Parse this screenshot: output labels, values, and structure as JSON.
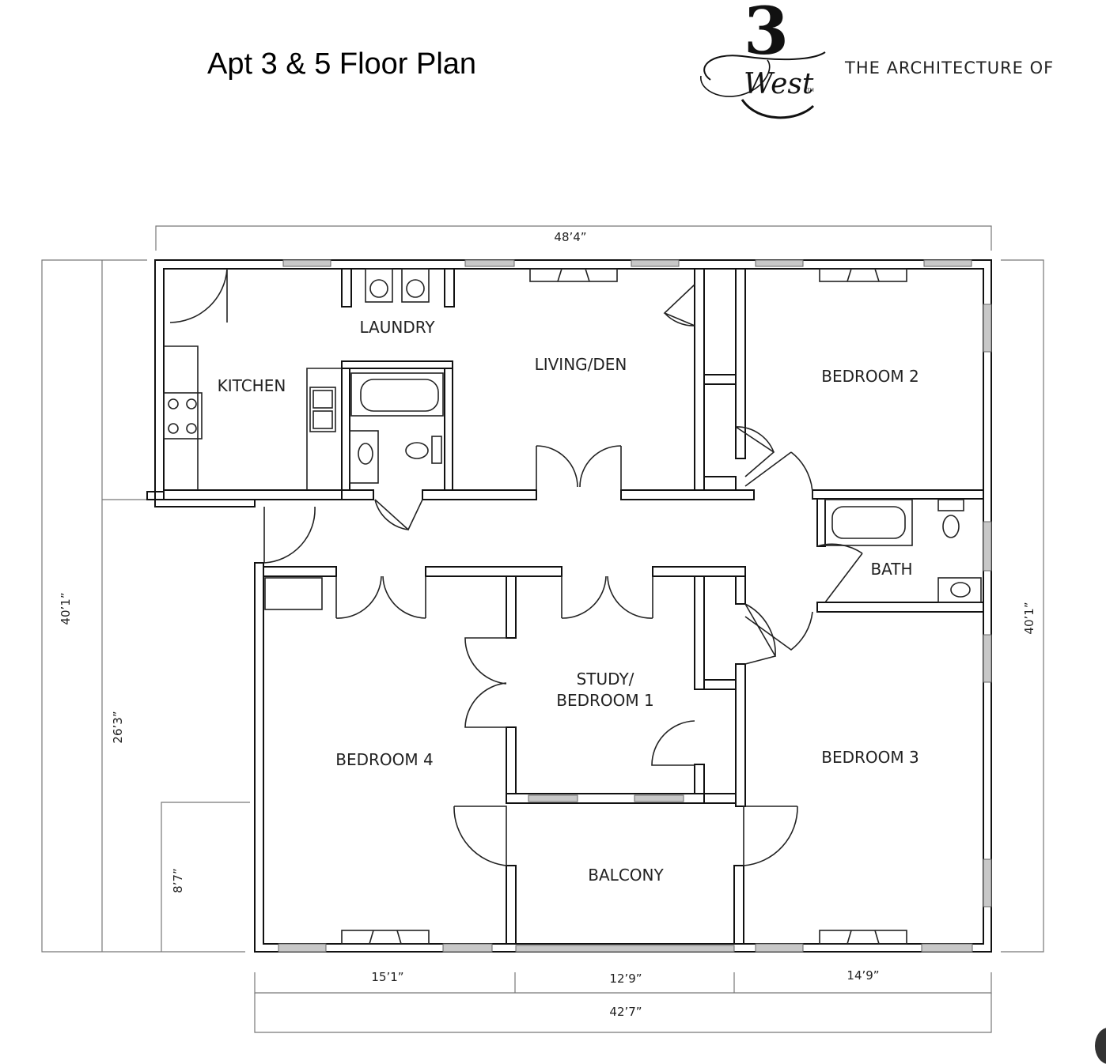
{
  "title": "Apt 3 & 5 Floor Plan",
  "brand": {
    "tagline": "THE ARCHITECTURE OF",
    "logo_numeral": "3",
    "logo_word": "West",
    "logo_mark": "TM"
  },
  "rooms": {
    "laundry": "LAUNDRY",
    "kitchen": "KITCHEN",
    "living_den": "LIVING/DEN",
    "bedroom_2": "BEDROOM 2",
    "bath": "BATH",
    "study_line1": "STUDY/",
    "study_line2": "BEDROOM 1",
    "bedroom_4": "BEDROOM 4",
    "bedroom_3": "BEDROOM 3",
    "balcony": "BALCONY"
  },
  "dimensions": {
    "top_width": "48’4”",
    "left_total": "40’1”",
    "left_mid": "26’3”",
    "left_small": "8’7”",
    "right_total": "40’1”",
    "bottom_left": "15’1”",
    "bottom_mid": "12’9”",
    "bottom_right": "14’9”",
    "bottom_total": "42’7”"
  }
}
